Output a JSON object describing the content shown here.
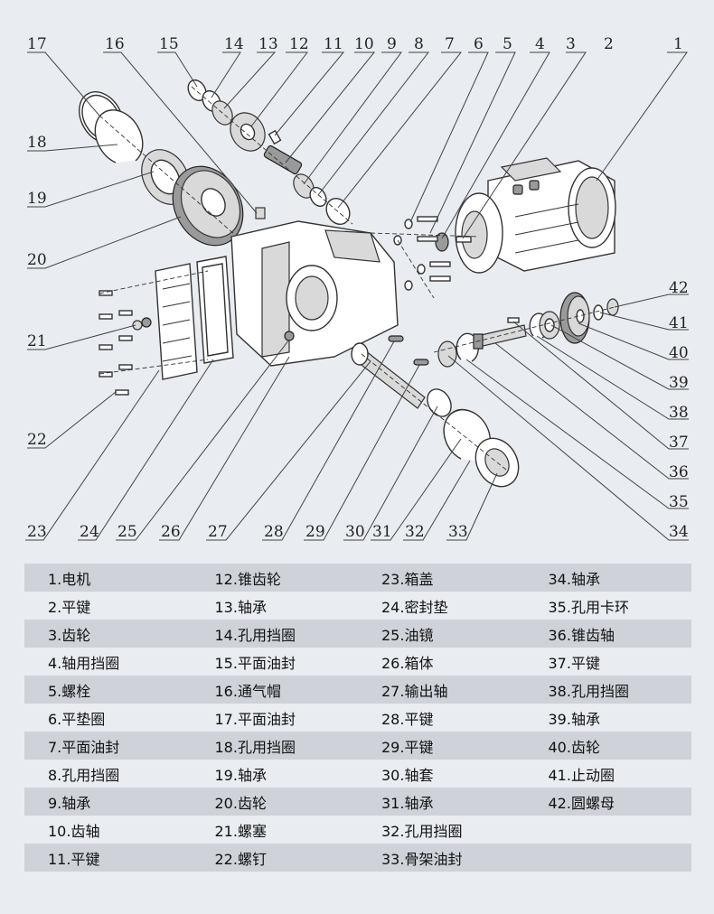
{
  "callouts": {
    "n1": "1",
    "n2": "2",
    "n3": "3",
    "n4": "4",
    "n5": "5",
    "n6": "6",
    "n7": "7",
    "n8": "8",
    "n9": "9",
    "n10": "10",
    "n11": "11",
    "n12": "12",
    "n13": "13",
    "n14": "14",
    "n15": "15",
    "n16": "16",
    "n17": "17",
    "n18": "18",
    "n19": "19",
    "n20": "20",
    "n21": "21",
    "n22": "22",
    "n23": "23",
    "n24": "24",
    "n25": "25",
    "n26": "26",
    "n27": "27",
    "n28": "28",
    "n29": "29",
    "n30": "30",
    "n31": "31",
    "n32": "32",
    "n33": "33",
    "n34": "34",
    "n35": "35",
    "n36": "36",
    "n37": "37",
    "n38": "38",
    "n39": "39",
    "n40": "40",
    "n41": "41",
    "n42": "42"
  },
  "legend": {
    "rows": [
      [
        "1.电机",
        "12.锥齿轮",
        "23.箱盖",
        "34.轴承"
      ],
      [
        "2.平键",
        "13.轴承",
        "24.密封垫",
        "35.孔用卡环"
      ],
      [
        "3.齿轮",
        "14.孔用挡圈",
        "25.油镜",
        "36.锥齿轴"
      ],
      [
        "4.轴用挡圈",
        "15.平面油封",
        "26.箱体",
        "37.平键"
      ],
      [
        "5.螺栓",
        "16.通气帽",
        "27.输出轴",
        "38.孔用挡圈"
      ],
      [
        "6.平垫圈",
        "17.平面油封",
        "28.平键",
        "39.轴承"
      ],
      [
        "7.平面油封",
        "18.孔用挡圈",
        "29.平键",
        "40.齿轮"
      ],
      [
        "8.孔用挡圈",
        "19.轴承",
        "30.轴套",
        "41.止动圈"
      ],
      [
        "9.轴承",
        "20.齿轮",
        "31.轴承",
        "42.圆螺母"
      ],
      [
        "10.齿轴",
        "21.螺塞",
        "32.孔用挡圈",
        ""
      ],
      [
        "11.平键",
        "22.螺钉",
        "33.骨架油封",
        ""
      ]
    ]
  }
}
